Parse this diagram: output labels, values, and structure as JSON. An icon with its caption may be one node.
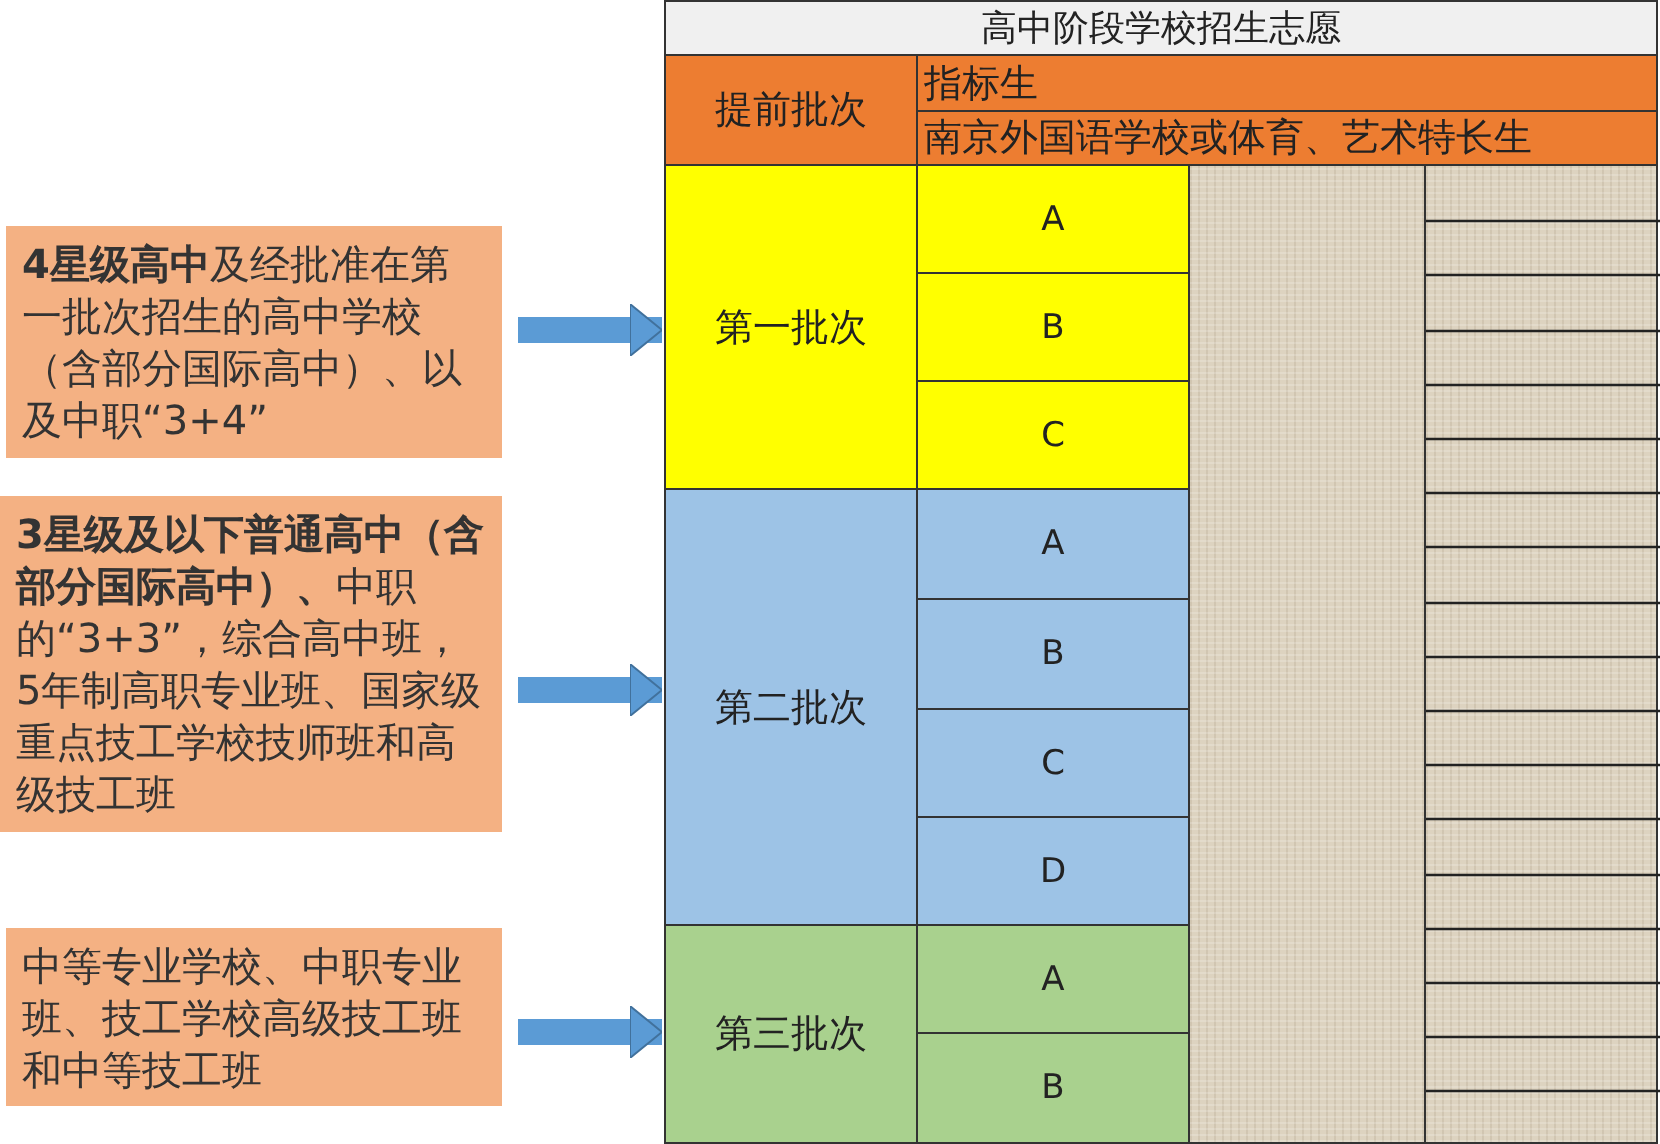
{
  "diagram": {
    "title": "高中阶段学校招生志愿",
    "nodes": [
      {
        "text": [
          "提前批次"
        ]
      },
      {
        "text": [
          "指标生"
        ]
      },
      {
        "text": [
          "南京外国语学校或体育、艺术特长生"
        ]
      },
      {
        "text": [
          "第一批次"
        ]
      },
      {
        "text": [
          "A"
        ]
      },
      {
        "text": [
          "B"
        ]
      },
      {
        "text": [
          "C"
        ]
      },
      {
        "text": [
          "第二批次"
        ]
      },
      {
        "text": [
          "A"
        ]
      },
      {
        "text": [
          "B"
        ]
      },
      {
        "text": [
          "C"
        ]
      },
      {
        "text": [
          "D"
        ]
      },
      {
        "text": [
          "第三批次"
        ]
      },
      {
        "text": [
          "A"
        ]
      },
      {
        "text": [
          "B"
        ]
      },
      {
        "text": [
          "**4星级高中**及经批准在第一批次招生的高中学校（含部分国际高中）、以及中职“3+4”"
        ]
      },
      {
        "text": [
          "**3星级及以下普通高中（含部分国际高中）、**中职的“3+3”，综合高中班，5年制高职专业班、国家级重点技工学校技师班和高级技工班"
        ]
      },
      {
        "text": [
          "中等专业学校、中职专业班、技工学校高级技工班和中等技工班"
        ]
      }
    ],
    "edges": [
      {
        "from": 15,
        "to": 3,
        "arrow": "to"
      },
      {
        "from": 16,
        "to": 7,
        "arrow": "to"
      },
      {
        "from": 17,
        "to": 12,
        "arrow": "to"
      }
    ]
  }
}
